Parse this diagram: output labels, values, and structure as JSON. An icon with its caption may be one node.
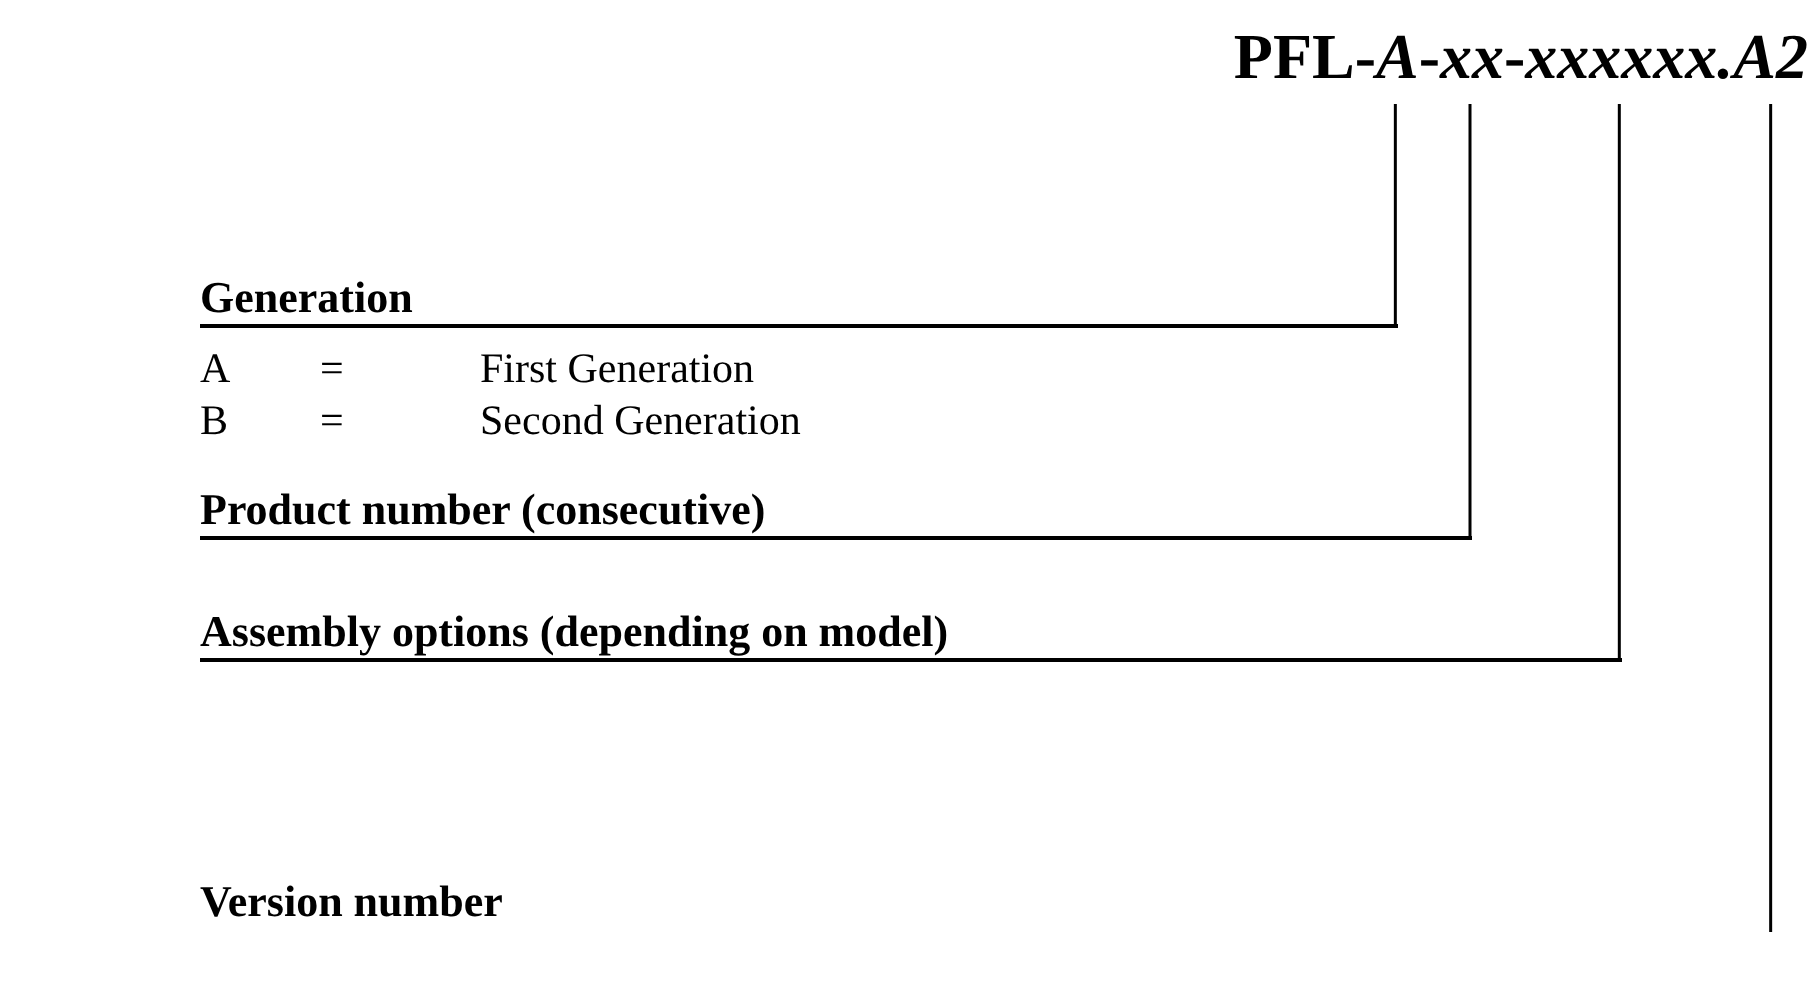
{
  "diagram": {
    "nodes": [
      {
        "text": [
          "A"
        ]
      },
      {
        "text": [
          "xx"
        ]
      },
      {
        "text": [
          "xxxxxx"
        ]
      },
      {
        "text": [
          "A2"
        ]
      },
      {
        "text": [
          "Generation"
        ]
      },
      {
        "text": [
          "Product number (consecutive)"
        ]
      },
      {
        "text": [
          "Assembly options (depending on model)"
        ]
      },
      {
        "text": [
          "Version number"
        ]
      }
    ],
    "edges": [
      {
        "from": 4,
        "to": 0,
        "arrow": "none"
      },
      {
        "from": 5,
        "to": 1,
        "arrow": "none"
      },
      {
        "from": 6,
        "to": 2,
        "arrow": "none"
      },
      {
        "from": null,
        "to": 3,
        "arrow": "none"
      }
    ],
    "labels": [
      "PFL-",
      "-",
      "-",
      ".",
      "A",
      "=",
      "First Generation",
      "B",
      "=",
      "Second Generation"
    ]
  }
}
